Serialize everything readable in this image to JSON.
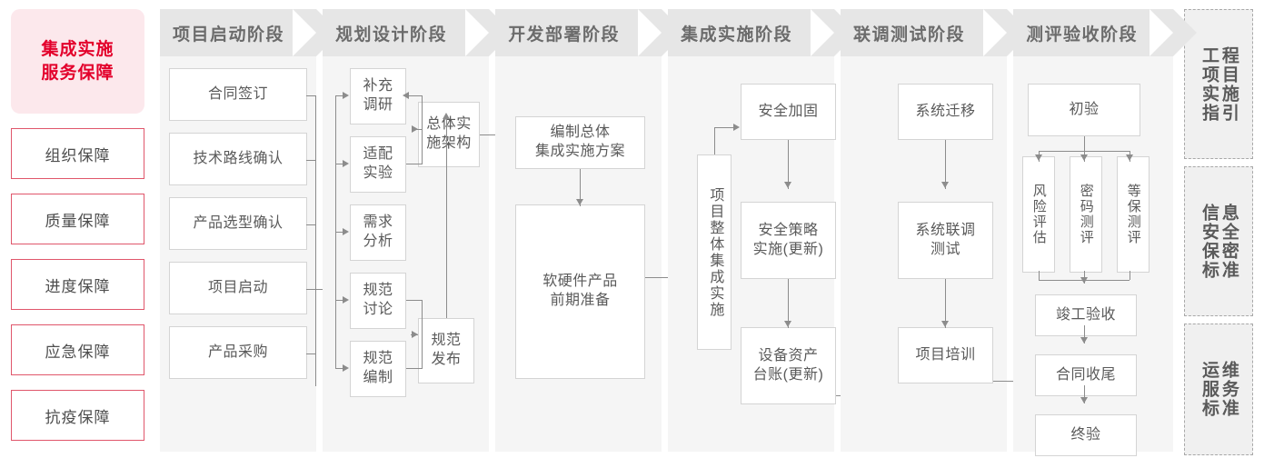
{
  "left_panel": {
    "header": "集成实施\n服务保障",
    "header_line1": "集成实施",
    "header_line2": "服务保障",
    "items": [
      {
        "label": "组织保障"
      },
      {
        "label": "质量保障"
      },
      {
        "label": "进度保障"
      },
      {
        "label": "应急保障"
      },
      {
        "label": "抗疫保障"
      }
    ],
    "colors": {
      "accent": "#e3002b",
      "bg": "#fce8ec",
      "border": "#e0566b"
    }
  },
  "phases": [
    {
      "id": "p1",
      "title": "项目启动阶段",
      "nodes": [
        {
          "label": "合同签订"
        },
        {
          "label": "技术路线确认"
        },
        {
          "label": "产品选型确认"
        },
        {
          "label": "项目启动"
        },
        {
          "label": "产品采购"
        }
      ]
    },
    {
      "id": "p2",
      "title": "规划设计阶段",
      "nodes": [
        {
          "label": "补充\n调研",
          "l1": "补充",
          "l2": "调研"
        },
        {
          "label": "适配\n实验",
          "l1": "适配",
          "l2": "实验"
        },
        {
          "label": "需求\n分析",
          "l1": "需求",
          "l2": "分析"
        },
        {
          "label": "规范\n讨论",
          "l1": "规范",
          "l2": "讨论"
        },
        {
          "label": "规范\n编制",
          "l1": "规范",
          "l2": "编制"
        },
        {
          "label": "总体实\n施架构",
          "l1": "总体实",
          "l2": "施架构"
        },
        {
          "label": "规范\n发布",
          "l1": "规范",
          "l2": "发布"
        }
      ]
    },
    {
      "id": "p3",
      "title": "开发部署阶段",
      "nodes": [
        {
          "label": "编制总体\n集成实施方案",
          "l1": "编制总体",
          "l2": "集成实施方案"
        },
        {
          "label": "软硬件产品\n前期准备",
          "l1": "软硬件产品",
          "l2": "前期准备"
        }
      ]
    },
    {
      "id": "p4",
      "title": "集成实施阶段",
      "nodes": [
        {
          "label": "项目整体集成实施"
        },
        {
          "label": "安全加固"
        },
        {
          "label": "安全策略\n实施(更新)",
          "l1": "安全策略",
          "l2": "实施(更新)"
        },
        {
          "label": "设备资产\n台账(更新)",
          "l1": "设备资产",
          "l2": "台账(更新)"
        }
      ]
    },
    {
      "id": "p5",
      "title": "联调测试阶段",
      "nodes": [
        {
          "label": "系统迁移"
        },
        {
          "label": "系统联调\n测试",
          "l1": "系统联调",
          "l2": "测试"
        },
        {
          "label": "项目培训"
        }
      ]
    },
    {
      "id": "p6",
      "title": "测评验收阶段",
      "nodes": [
        {
          "label": "初验"
        },
        {
          "label": "风险评估"
        },
        {
          "label": "密码测评"
        },
        {
          "label": "等保测评"
        },
        {
          "label": "竣工验收"
        },
        {
          "label": "合同收尾"
        },
        {
          "label": "终验"
        }
      ]
    }
  ],
  "rail": {
    "cards": [
      {
        "label": "工程项目实施指引",
        "col_right": "程目施引",
        "col_left": "工项实指"
      },
      {
        "label": "信息安全保密标准",
        "col_right": "息全密准",
        "col_left": "信安保标"
      },
      {
        "label": "运维服务标准",
        "col_right": "维务准",
        "col_left": "运服标"
      }
    ]
  },
  "theme": {
    "node_border": "#d4d4d4",
    "node_text": "#5a5a5a",
    "panel_bg": "#f5f5f5",
    "header_bg": "#e6e6e6",
    "header_text": "#6b6b6b",
    "connector": "#8c8c8c"
  }
}
